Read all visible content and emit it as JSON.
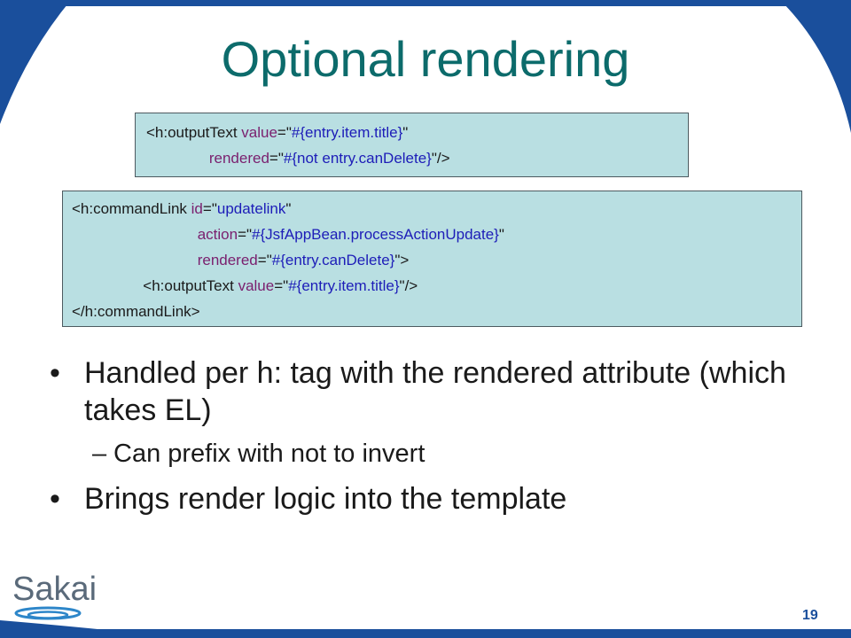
{
  "slide": {
    "title": "Optional rendering",
    "code_block_1": [
      [
        {
          "t": "tag",
          "v": "<h:outputText "
        },
        {
          "t": "attr",
          "v": "value"
        },
        {
          "t": "tag",
          "v": "=\""
        },
        {
          "t": "str",
          "v": "#{entry.item.title}"
        },
        {
          "t": "tag",
          "v": "\""
        }
      ],
      [
        {
          "t": "tag",
          "v": "               "
        },
        {
          "t": "attr",
          "v": "rendered"
        },
        {
          "t": "tag",
          "v": "=\""
        },
        {
          "t": "str",
          "v": "#{not entry.canDelete}"
        },
        {
          "t": "tag",
          "v": "\"/>"
        }
      ]
    ],
    "code_block_2": [
      [
        {
          "t": "tag",
          "v": "<h:commandLink "
        },
        {
          "t": "attr",
          "v": "id"
        },
        {
          "t": "tag",
          "v": "=\""
        },
        {
          "t": "str",
          "v": "updatelink"
        },
        {
          "t": "tag",
          "v": "\""
        }
      ],
      [
        {
          "t": "tag",
          "v": "                              "
        },
        {
          "t": "attr",
          "v": "action"
        },
        {
          "t": "tag",
          "v": "=\""
        },
        {
          "t": "str",
          "v": "#{JsfAppBean.processActionUpdate}"
        },
        {
          "t": "tag",
          "v": "\""
        }
      ],
      [
        {
          "t": "tag",
          "v": "                              "
        },
        {
          "t": "attr",
          "v": "rendered"
        },
        {
          "t": "tag",
          "v": "=\""
        },
        {
          "t": "str",
          "v": "#{entry.canDelete}"
        },
        {
          "t": "tag",
          "v": "\">"
        }
      ],
      [
        {
          "t": "tag",
          "v": "                 <h:outputText "
        },
        {
          "t": "attr",
          "v": "value"
        },
        {
          "t": "tag",
          "v": "=\""
        },
        {
          "t": "str",
          "v": "#{entry.item.title}"
        },
        {
          "t": "tag",
          "v": "\"/>"
        }
      ],
      [
        {
          "t": "tag",
          "v": "</h:commandLink>"
        }
      ]
    ],
    "bullet_1": "Handled per h: tag with the rendered attribute (which takes EL)",
    "sub_bullet_1": "Can prefix with not to invert",
    "bullet_2": "Brings render logic into the template",
    "bullet_glyph": "•",
    "dash_glyph": "–",
    "logo_text": "Sakai",
    "page_number": "19"
  },
  "colors": {
    "title": "#0c6b6b",
    "frame_blue": "#1a4f9c",
    "code_bg": "#b9dfe2",
    "attr": "#7a1f6e",
    "string": "#1d1db8"
  }
}
